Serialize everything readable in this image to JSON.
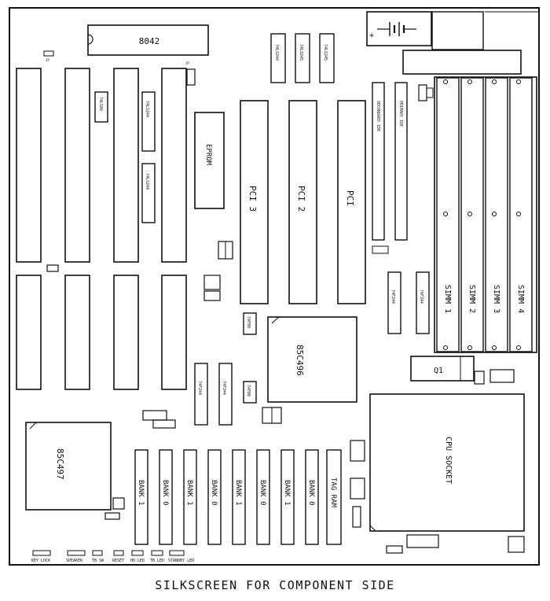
{
  "caption": "SILKSCREEN FOR COMPONENT SIDE",
  "chips": {
    "kbc": "8042",
    "eprom": "EPROM",
    "c496": "85C496",
    "c497": "85C497",
    "cpu": "CPU SOCKET",
    "q1": "Q1",
    "tagram": "TAG RAM"
  },
  "pci": [
    "PCI 3",
    "PCI 2",
    "PCI"
  ],
  "simm": [
    "SIMM 1",
    "SIMM 2",
    "SIMM 3",
    "SIMM 4"
  ],
  "banks": [
    "BANK 1",
    "BANK 0",
    "BANK 1",
    "BANK 0",
    "BANK 1",
    "BANK 0",
    "BANK 1",
    "BANK 0"
  ],
  "logic": {
    "ls244": "74LS244",
    "ls245": "74LS245",
    "f244": "74F244",
    "f08": "74F08",
    "ls06": "74LS06",
    "jp": "JP"
  },
  "ide": {
    "secondary": "SECONDARY IDE",
    "primary": "PRIMARY IDE"
  },
  "front_panel": [
    "KEY LOCK",
    "SPEAKER",
    "TB SW",
    "RESET",
    "HD LED",
    "TB LED",
    "STANDBY LED"
  ]
}
